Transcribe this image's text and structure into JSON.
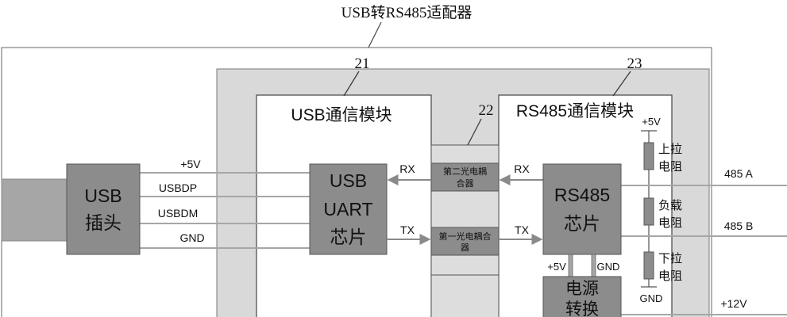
{
  "title": "USB转RS485适配器",
  "refs": {
    "r21": "21",
    "r22": "22",
    "r23": "23"
  },
  "modules": {
    "usb_module": "USB通信模块",
    "rs485_module": "RS485通信模块"
  },
  "usb_plug": {
    "line1": "USB",
    "line2": "插头"
  },
  "uart_chip": {
    "line1": "USB",
    "line2": "UART",
    "line3": "芯片"
  },
  "rs485_chip": {
    "line1": "RS485",
    "line2": "芯片"
  },
  "power_conv": {
    "line1": "电源",
    "line2": "转换"
  },
  "optocouplers": {
    "second": {
      "line1": "第二光电耦",
      "line2": "合器"
    },
    "first": {
      "line1": "第一光电耦合",
      "line2": "器"
    }
  },
  "resistors": {
    "pullup": {
      "line1": "上拉",
      "line2": "电阻"
    },
    "load": {
      "line1": "负载",
      "line2": "电阻"
    },
    "pulldown": {
      "line1": "下拉",
      "line2": "电阻"
    }
  },
  "signals": {
    "plus5v": "+5V",
    "usbdp": "USBDP",
    "usbdm": "USBDM",
    "gnd": "GND",
    "rx_left": "RX",
    "tx_left": "TX",
    "rx_right": "RX",
    "tx_right": "TX",
    "res_plus5v": "+5V",
    "res_gnd": "GND",
    "pwr_plus5v": "+5V",
    "pwr_gnd": "GND",
    "out_485a": "485 A",
    "out_485b": "485 B",
    "out_plus12v": "+12V"
  },
  "colors": {
    "block_dark": "#8c8c8c",
    "region_light": "#d9d9d9",
    "line": "#444444",
    "wire": "#a6a6a6"
  }
}
